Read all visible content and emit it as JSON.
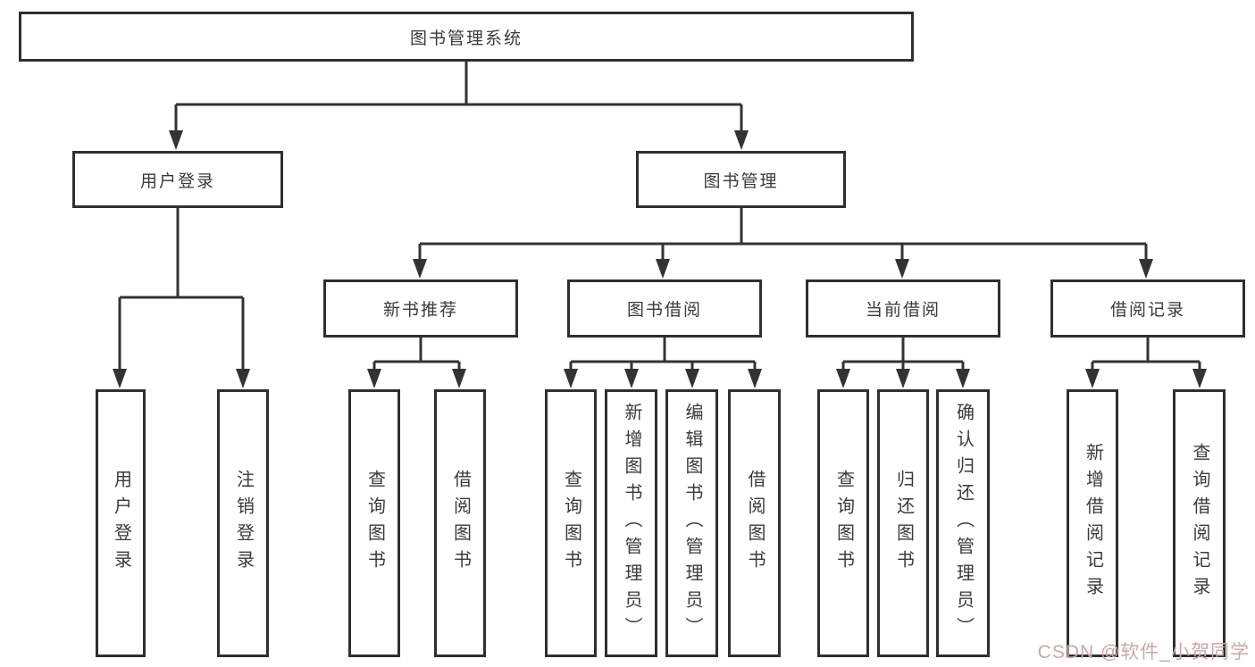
{
  "colors": {
    "line": "#333333",
    "box-border": "#2f2f2f",
    "text": "#3a3a3a",
    "watermark": "#c9a8a6",
    "background": "#ffffff"
  },
  "tree": {
    "root": "图书管理系统",
    "branches": [
      {
        "label": "用户登录",
        "leaves": [
          "用户登录",
          "注销登录"
        ]
      },
      {
        "label": "图书管理",
        "groups": [
          {
            "label": "新书推荐",
            "leaves": [
              "查询图书",
              "借阅图书"
            ]
          },
          {
            "label": "图书借阅",
            "leaves": [
              "查询图书",
              "新增图书（管理员）",
              "编辑图书（管理员）",
              "借阅图书"
            ]
          },
          {
            "label": "当前借阅",
            "leaves": [
              "查询图书",
              "归还图书",
              "确认归还（管理员）"
            ]
          },
          {
            "label": "借阅记录",
            "leaves": [
              "新增借阅记录",
              "查询借阅记录"
            ]
          }
        ]
      }
    ]
  },
  "watermark": "CSDN @软件_小贺同学"
}
